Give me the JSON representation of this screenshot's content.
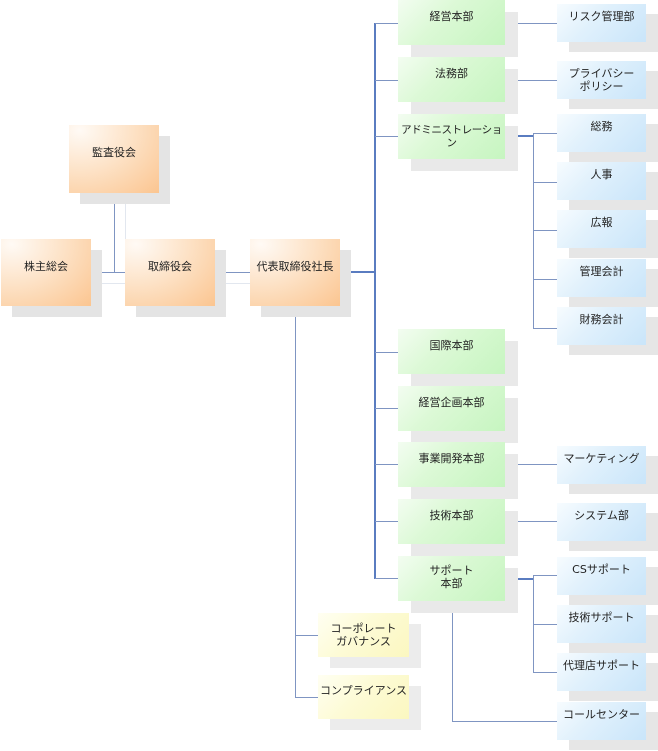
{
  "diagram": {
    "type": "org-chart",
    "colors": {
      "executive": "#fbc590",
      "division": "#c6f5c0",
      "department": "#c9e5fa",
      "staff": "#fbf7c0",
      "connector": "#5a7cc0"
    },
    "executive": {
      "audit_board": "監査役会",
      "shareholders_meeting": "株主総会",
      "board_of_directors": "取締役会",
      "ceo": "代表取締役社長"
    },
    "divisions": [
      {
        "label": "経営本部",
        "children": [
          "リスク管理部"
        ]
      },
      {
        "label": "法務部",
        "children": [
          "プライバシー\nポリシー"
        ]
      },
      {
        "label": "アドミニストレーション",
        "children": [
          "総務",
          "人事",
          "広報",
          "管理会計",
          "財務会計"
        ]
      },
      {
        "label": "国際本部",
        "children": []
      },
      {
        "label": "経営企画本部",
        "children": []
      },
      {
        "label": "事業開発本部",
        "children": [
          "マーケティング"
        ]
      },
      {
        "label": "技術本部",
        "children": [
          "システム部"
        ]
      },
      {
        "label": "サポート\n本部",
        "children": [
          "CSサポート",
          "技術サポート",
          "代理店サポート",
          "コールセンター"
        ]
      }
    ],
    "staff": [
      "コーポレート\nガバナンス",
      "コンプライアンス"
    ]
  }
}
